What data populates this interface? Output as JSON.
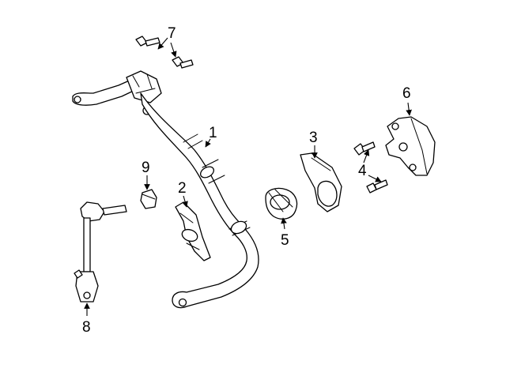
{
  "callouts": {
    "c1": "1",
    "c2": "2",
    "c3": "3",
    "c4": "4",
    "c5": "5",
    "c6": "6",
    "c7": "7",
    "c8": "8",
    "c9": "9"
  },
  "colors": {
    "line": "#000000",
    "background": "#ffffff"
  }
}
